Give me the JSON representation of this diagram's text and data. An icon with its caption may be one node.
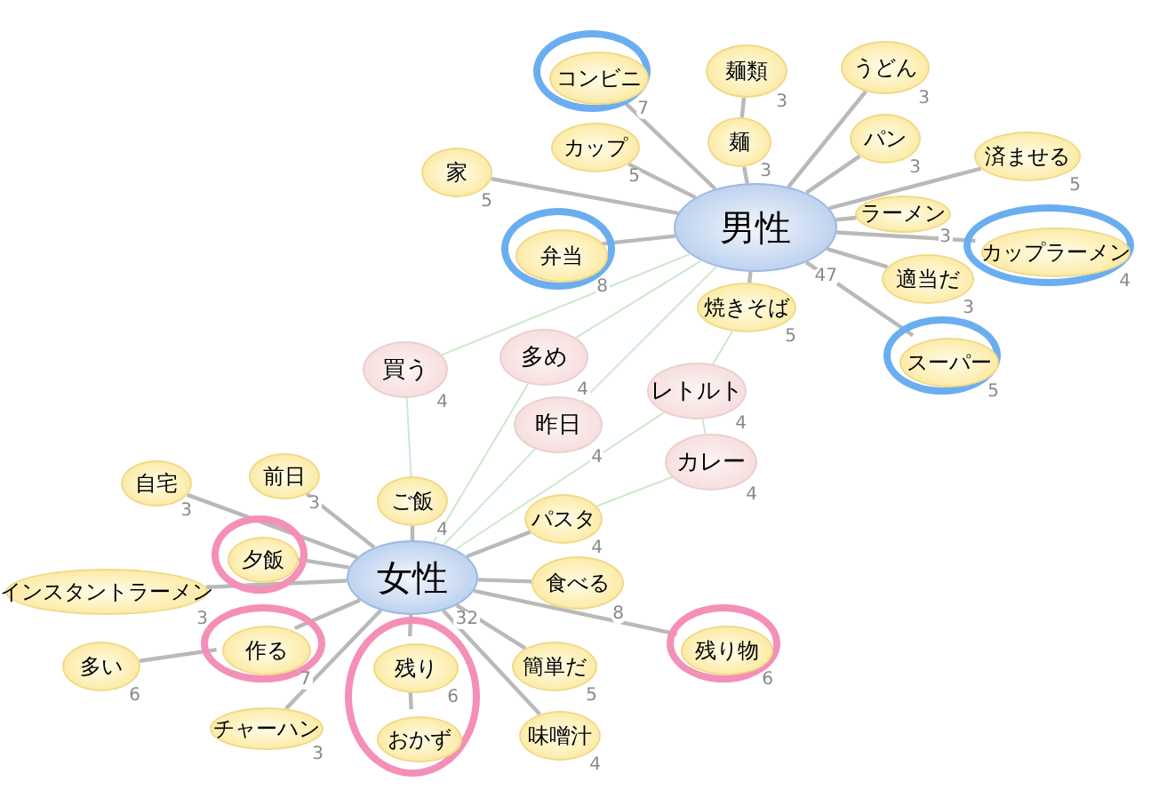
{
  "diagram": {
    "nodes": [
      {
        "text": [],
        "shape": "circle"
      },
      {
        "text": [
          "コンビニ"
        ],
        "in": 0,
        "beside": [
          "7"
        ]
      },
      {
        "text": [
          "麺類"
        ],
        "beside": [
          "3"
        ]
      },
      {
        "text": [
          "うどん"
        ],
        "beside": [
          "3"
        ]
      },
      {
        "text": [
          "カップ"
        ],
        "beside": [
          "5"
        ]
      },
      {
        "text": [
          "麺"
        ],
        "beside": [
          "3"
        ]
      },
      {
        "text": [
          "パン"
        ],
        "beside": [
          "3"
        ]
      },
      {
        "text": [
          "家"
        ],
        "beside": [
          "5"
        ]
      },
      {
        "text": [
          "済ませる"
        ],
        "beside": [
          "5"
        ]
      },
      {
        "text": [
          "男性"
        ],
        "beside": [
          "47"
        ]
      },
      {
        "text": [
          "ラーメン"
        ],
        "beside": [
          "3"
        ]
      },
      {
        "text": [],
        "shape": "circle"
      },
      {
        "text": [
          "カップラーメン"
        ],
        "in": 11,
        "beside": [
          "4"
        ]
      },
      {
        "text": [],
        "shape": "circle"
      },
      {
        "text": [
          "弁当"
        ],
        "in": 13,
        "beside": [
          "8"
        ]
      },
      {
        "text": [
          "適当だ"
        ],
        "beside": [
          "3"
        ]
      },
      {
        "text": [
          "焼きそば"
        ],
        "beside": [
          "5"
        ]
      },
      {
        "text": [],
        "shape": "circle"
      },
      {
        "text": [
          "スーパー"
        ],
        "in": 17,
        "beside": [
          "5"
        ]
      },
      {
        "text": [
          "買う"
        ],
        "beside": [
          "4"
        ]
      },
      {
        "text": [
          "多め"
        ],
        "beside": [
          "4"
        ]
      },
      {
        "text": [
          "レトルト"
        ],
        "beside": [
          "4"
        ]
      },
      {
        "text": [
          "昨日"
        ],
        "beside": [
          "4"
        ]
      },
      {
        "text": [
          "カレー"
        ],
        "beside": [
          "4"
        ]
      },
      {
        "text": [
          "自宅"
        ],
        "beside": [
          "3"
        ]
      },
      {
        "text": [
          "前日"
        ],
        "beside": [
          "3"
        ]
      },
      {
        "text": [
          "ご飯"
        ],
        "beside": [
          "4"
        ]
      },
      {
        "text": [
          "パスタ"
        ],
        "beside": [
          "4"
        ]
      },
      {
        "text": [
          "インスタントラーメン"
        ],
        "beside": [
          "3"
        ]
      },
      {
        "text": [],
        "shape": "circle"
      },
      {
        "text": [
          "夕飯"
        ],
        "in": 29
      },
      {
        "text": [
          "女性"
        ],
        "beside": [
          "32"
        ]
      },
      {
        "text": [
          "食べる"
        ],
        "beside": [
          "8"
        ]
      },
      {
        "text": [],
        "shape": "circle"
      },
      {
        "text": [
          "作る"
        ],
        "in": 33,
        "beside": [
          "7"
        ]
      },
      {
        "text": [],
        "shape": "circle"
      },
      {
        "text": [
          "残り"
        ],
        "in": 35,
        "beside": [
          "6"
        ]
      },
      {
        "text": [
          "簡単だ"
        ],
        "beside": [
          "5"
        ]
      },
      {
        "text": [],
        "shape": "circle"
      },
      {
        "text": [
          "残り物"
        ],
        "in": 38,
        "beside": [
          "6"
        ]
      },
      {
        "text": [
          "多い"
        ],
        "beside": [
          "6"
        ]
      },
      {
        "text": [
          "チャーハン"
        ],
        "beside": [
          "3"
        ]
      },
      {
        "text": [
          "おかず"
        ],
        "in": 35
      },
      {
        "text": [
          "味噌汁"
        ],
        "beside": [
          "4"
        ]
      }
    ],
    "edges": [
      {
        "from": 9,
        "to": 1,
        "arrow": "none"
      },
      {
        "from": 9,
        "to": 4,
        "arrow": "none"
      },
      {
        "from": 9,
        "to": 5,
        "arrow": "none"
      },
      {
        "from": 5,
        "to": 2,
        "arrow": "none"
      },
      {
        "from": 9,
        "to": 3,
        "arrow": "none"
      },
      {
        "from": 9,
        "to": 6,
        "arrow": "none"
      },
      {
        "from": 9,
        "to": 7,
        "arrow": "none"
      },
      {
        "from": 9,
        "to": 8,
        "arrow": "none"
      },
      {
        "from": 9,
        "to": 10,
        "arrow": "none"
      },
      {
        "from": 9,
        "to": 12,
        "arrow": "none"
      },
      {
        "from": 9,
        "to": 14,
        "arrow": "none"
      },
      {
        "from": 9,
        "to": 15,
        "arrow": "none"
      },
      {
        "from": 9,
        "to": 16,
        "arrow": "none"
      },
      {
        "from": 9,
        "to": 18,
        "arrow": "none"
      },
      {
        "from": 9,
        "to": 19,
        "arrow": "none",
        "color": "#cde8cd"
      },
      {
        "from": 19,
        "to": 26,
        "arrow": "none",
        "color": "#cde8cd"
      },
      {
        "from": 9,
        "to": 20,
        "arrow": "none",
        "color": "#cde8cd"
      },
      {
        "from": 20,
        "to": 31,
        "arrow": "none",
        "color": "#cde8cd"
      },
      {
        "from": 9,
        "to": 22,
        "arrow": "none",
        "color": "#cde8cd"
      },
      {
        "from": 22,
        "to": 31,
        "arrow": "none",
        "color": "#cde8cd"
      },
      {
        "from": 16,
        "to": 21,
        "arrow": "none",
        "color": "#cde8cd"
      },
      {
        "from": 21,
        "to": 31,
        "arrow": "none",
        "color": "#cde8cd"
      },
      {
        "from": 21,
        "to": 23,
        "arrow": "none",
        "color": "#cde8cd"
      },
      {
        "from": 23,
        "to": 27,
        "arrow": "none",
        "color": "#cde8cd"
      },
      {
        "from": 31,
        "to": 24,
        "arrow": "none"
      },
      {
        "from": 31,
        "to": 25,
        "arrow": "none"
      },
      {
        "from": 31,
        "to": 26,
        "arrow": "none"
      },
      {
        "from": 31,
        "to": 27,
        "arrow": "none"
      },
      {
        "from": 31,
        "to": 28,
        "arrow": "none"
      },
      {
        "from": 31,
        "to": 30,
        "arrow": "none"
      },
      {
        "from": 31,
        "to": 32,
        "arrow": "none"
      },
      {
        "from": 31,
        "to": 39,
        "arrow": "none"
      },
      {
        "from": 31,
        "to": 34,
        "arrow": "none"
      },
      {
        "from": 34,
        "to": 40,
        "arrow": "none"
      },
      {
        "from": 31,
        "to": 41,
        "arrow": "none"
      },
      {
        "from": 31,
        "to": 36,
        "arrow": "none"
      },
      {
        "from": 36,
        "to": 42,
        "arrow": "none"
      },
      {
        "from": 31,
        "to": 37,
        "arrow": "none"
      },
      {
        "from": 31,
        "to": 43,
        "arrow": "none"
      }
    ]
  }
}
